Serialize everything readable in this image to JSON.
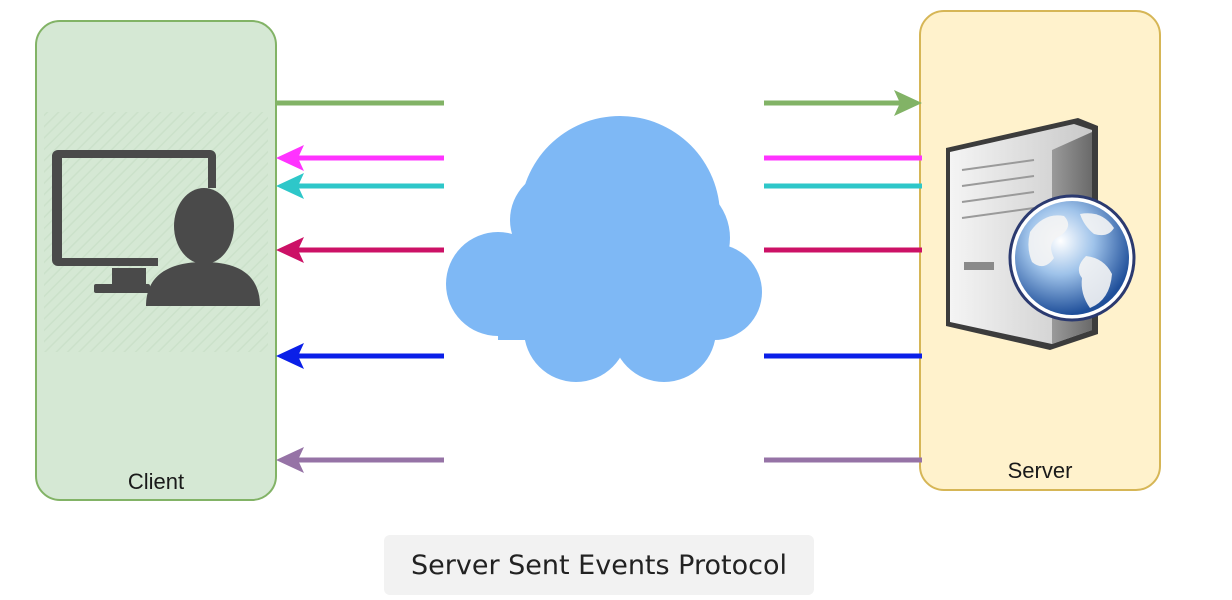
{
  "client": {
    "label": "Client",
    "icon": "user-computer-icon",
    "fill": "#d5e8d4",
    "stroke": "#82b366"
  },
  "server": {
    "label": "Server",
    "icon": "web-server-icon",
    "fill": "#fff2cc",
    "stroke": "#d6b656"
  },
  "network": {
    "icon": "cloud-icon",
    "color": "#7eb8f5"
  },
  "caption": "Server Sent Events Protocol",
  "messages": [
    {
      "direction": "client-to-server",
      "color": "#82b366"
    },
    {
      "direction": "server-to-client",
      "color": "#ff33ff"
    },
    {
      "direction": "server-to-client",
      "color": "#2ec7c9"
    },
    {
      "direction": "server-to-client",
      "color": "#cc1166"
    },
    {
      "direction": "server-to-client",
      "color": "#0a1fe8"
    },
    {
      "direction": "server-to-client",
      "color": "#9673a6"
    }
  ]
}
